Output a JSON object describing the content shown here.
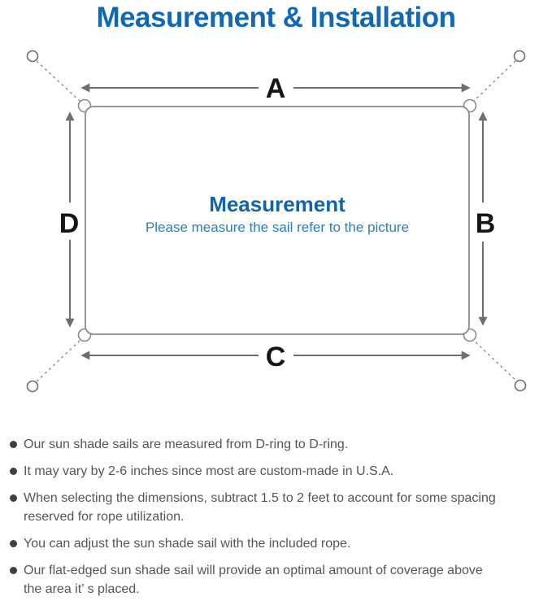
{
  "page": {
    "title": "Measurement & Installation"
  },
  "diagram": {
    "labels": {
      "top": "A",
      "right": "B",
      "bottom": "C",
      "left": "D"
    },
    "center": {
      "heading": "Measurement",
      "subheading": "Please measure the sail refer to the picture"
    }
  },
  "bullets": [
    {
      "lines": [
        "Our sun shade sails are measured from D-ring to D-ring."
      ]
    },
    {
      "lines": [
        "It may vary by 2-6 inches since most are custom-made in U.S.A."
      ]
    },
    {
      "lines": [
        "When selecting the dimensions, subtract 1.5 to 2 feet to account for some spacing",
        "reserved for rope utilization."
      ]
    },
    {
      "lines": [
        "You can adjust the sun shade sail with the included rope."
      ]
    },
    {
      "lines": [
        "Our flat-edged sun shade sail will provide an optimal amount of coverage above",
        "the area it’ s placed."
      ]
    }
  ],
  "colors": {
    "title_blue": "#1169B4",
    "heading_blue": "#0E65AD",
    "subheading_blue": "#2E7DB6",
    "outline_gray": "#8A8A8A",
    "arrow_gray": "#6E6E6E",
    "label_black": "#161616",
    "body_text_gray": "#555555"
  }
}
